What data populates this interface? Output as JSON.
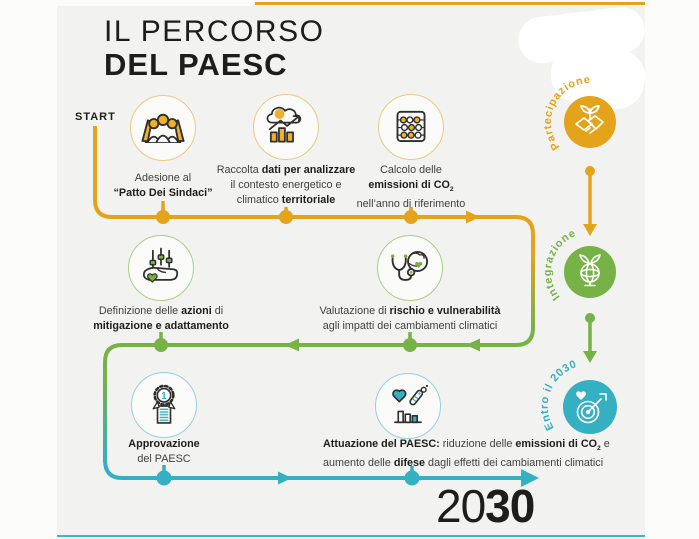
{
  "title": {
    "line1": "IL PERCORSO",
    "line2": "DEL PAESC"
  },
  "start_label": "START",
  "year": {
    "prefix": "20",
    "suffix": "30"
  },
  "steps": [
    {
      "name": "adesione-patto-sindaci",
      "icon": "people-signing-icon",
      "lines": [
        [
          {
            "t": "Adesione al"
          }
        ],
        [
          {
            "t": "“Patto Dei Sindaci”",
            "b": 1
          }
        ]
      ]
    },
    {
      "name": "raccolta-dati",
      "icon": "climate-data-icon",
      "lines": [
        [
          {
            "t": "Raccolta "
          },
          {
            "t": "dati per analizzare",
            "b": 1
          }
        ],
        [
          {
            "t": "il contesto energetico e"
          }
        ],
        [
          {
            "t": "climatico "
          },
          {
            "t": "territoriale",
            "b": 1
          }
        ]
      ]
    },
    {
      "name": "calcolo-emissioni",
      "icon": "abacus-icon",
      "lines": [
        [
          {
            "t": "Calcolo delle"
          }
        ],
        [
          {
            "t": "emissioni di CO",
            "b": 1
          },
          {
            "t": "2",
            "b": 1,
            "sub": 1
          }
        ],
        [
          {
            "t": "nell’anno di riferimento"
          }
        ]
      ]
    },
    {
      "name": "definizione-azioni",
      "icon": "sliders-hand-icon",
      "lines": [
        [
          {
            "t": "Definizione delle "
          },
          {
            "t": "azioni",
            "b": 1
          },
          {
            "t": " di"
          }
        ],
        [
          {
            "t": "mitigazione e adattamento",
            "b": 1
          }
        ]
      ]
    },
    {
      "name": "valutazione-rischio",
      "icon": "stethoscope-globe-icon",
      "lines": [
        [
          {
            "t": "Valutazione di "
          },
          {
            "t": "rischio e vulnerabilità",
            "b": 1
          }
        ],
        [
          {
            "t": "agli impatti dei cambiamenti climatici"
          }
        ]
      ]
    },
    {
      "name": "approvazione-paesc",
      "icon": "award-document-icon",
      "lines": [
        [
          {
            "t": "Approvazione",
            "b": 1
          }
        ],
        [
          {
            "t": "del PAESC"
          }
        ]
      ]
    },
    {
      "name": "attuazione-paesc",
      "icon": "implementation-icon",
      "lines": [
        [
          {
            "t": "Attuazione del PAESC:",
            "b": 1
          },
          {
            "t": " riduzione delle "
          },
          {
            "t": "emissioni di CO",
            "b": 1
          },
          {
            "t": "2",
            "b": 1,
            "sub": 1
          },
          {
            "t": " e"
          }
        ],
        [
          {
            "t": "aumento delle "
          },
          {
            "t": "difese",
            "b": 1
          },
          {
            "t": " dagli effetti dei cambiamenti climatici"
          }
        ]
      ]
    }
  ],
  "milestones": [
    {
      "label": "Partecipazione",
      "color": "#E3A41C",
      "icon": "handshake-plant-icon"
    },
    {
      "label": "Integrazione",
      "color": "#76B245",
      "icon": "globe-plant-icon"
    },
    {
      "label": "Entro il 2030",
      "color": "#35AFC2",
      "icon": "target-heart-icon"
    }
  ],
  "colors": {
    "gold": "#E3A41C",
    "green": "#76B245",
    "teal": "#35AFC2",
    "gold_light": "#EAC982",
    "green_light": "#ACCE87",
    "teal_light": "#93D2DC",
    "ink": "#1D1D1B",
    "body_text": "#3F3F3D",
    "card_bg": "#F2F2F0"
  }
}
